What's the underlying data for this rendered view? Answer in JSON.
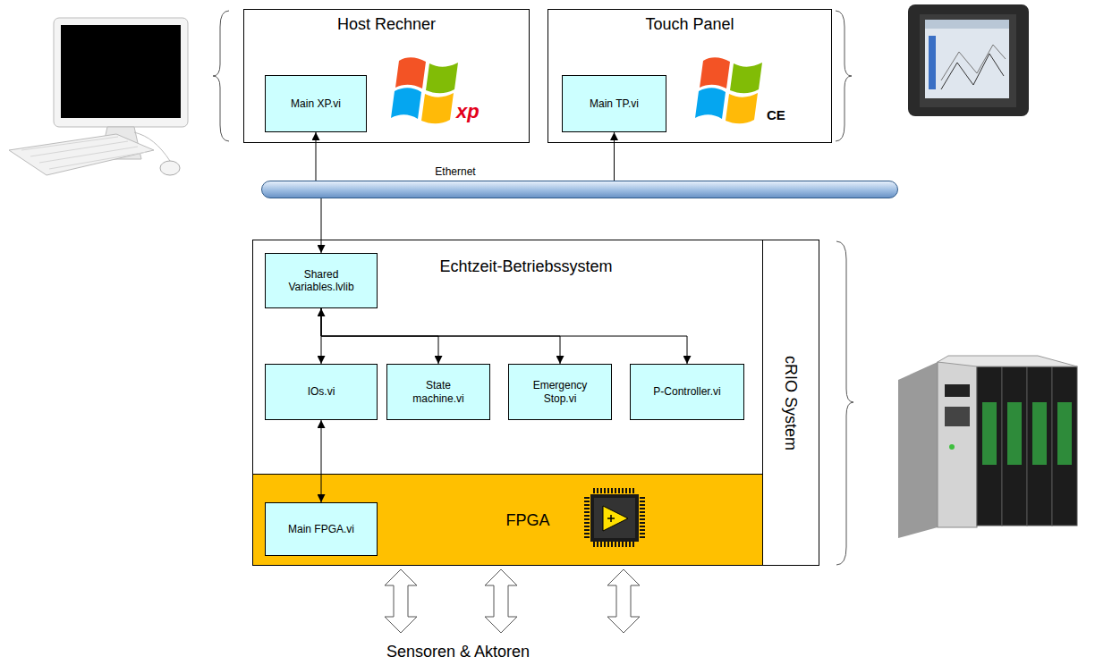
{
  "diagram": {
    "nodes": [
      {
        "text": [
          "Host Rechner"
        ]
      },
      {
        "text": [
          "Main XP.vi"
        ],
        "in": 0
      },
      {
        "text": [
          "Touch Panel"
        ]
      },
      {
        "text": [
          "Main TP.vi"
        ],
        "in": 2
      },
      {
        "text": [
          "Ethernet"
        ]
      },
      {
        "text": [
          "cRIO System"
        ]
      },
      {
        "text": [
          "Echtzeit-Betriebssystem"
        ],
        "in": 5
      },
      {
        "text": [
          "Shared Variables.lvlib"
        ],
        "in": 6
      },
      {
        "text": [
          "IOs.vi"
        ],
        "in": 6
      },
      {
        "text": [
          "State machine.vi"
        ],
        "in": 6
      },
      {
        "text": [
          "Emergency Stop.vi"
        ],
        "in": 6
      },
      {
        "text": [
          "P-Controller.vi"
        ],
        "in": 6
      },
      {
        "text": [
          "FPGA"
        ],
        "in": 5
      },
      {
        "text": [
          "Main FPGA.vi"
        ],
        "in": 12
      }
    ],
    "edges": [
      {
        "from": 4,
        "to": 1,
        "arrow": "to"
      },
      {
        "from": 4,
        "to": 3,
        "arrow": "to"
      },
      {
        "from": 4,
        "to": 7,
        "arrow": "to"
      },
      {
        "from": 7,
        "to": 8,
        "arrow": "both"
      },
      {
        "from": 7,
        "to": 9,
        "arrow": "to"
      },
      {
        "from": 7,
        "to": 10,
        "arrow": "to"
      },
      {
        "from": 7,
        "to": 11,
        "arrow": "to"
      },
      {
        "from": 8,
        "to": 13,
        "arrow": "both"
      }
    ],
    "labels": [
      "xp",
      "CE",
      "Sensoren & Aktoren"
    ]
  }
}
